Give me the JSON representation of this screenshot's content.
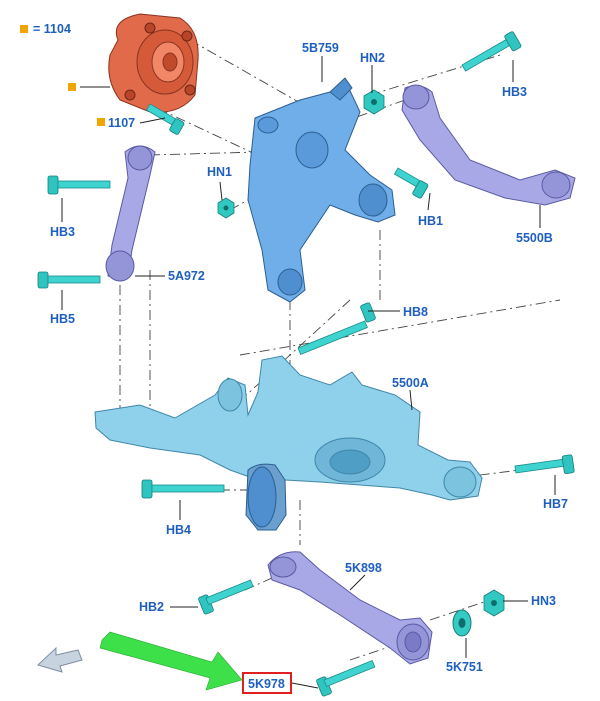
{
  "legend": {
    "equals_label": "= 1104"
  },
  "labels": {
    "p1107": "1107",
    "p5B759": "5B759",
    "hn2": "HN2",
    "hb3_top": "HB3",
    "hn1": "HN1",
    "hb1": "HB1",
    "hb3_left": "HB3",
    "p5A972": "5A972",
    "p5500B": "5500B",
    "hb5": "HB5",
    "hb8": "HB8",
    "p5500A": "5500A",
    "hb7": "HB7",
    "hb4": "HB4",
    "p5K898": "5K898",
    "hb2": "HB2",
    "hn3": "HN3",
    "p5K751": "5K751",
    "p5K978": "5K978"
  },
  "colors": {
    "label_blue": "#1f5fbf",
    "highlight_red": "#e02020",
    "pointer_green": "#3ee04a",
    "legend_orange": "#f0a500"
  },
  "icons": {
    "direction_arrow": "front-direction-arrow-icon",
    "pointer_arrow": "green-pointer-arrow-icon"
  }
}
